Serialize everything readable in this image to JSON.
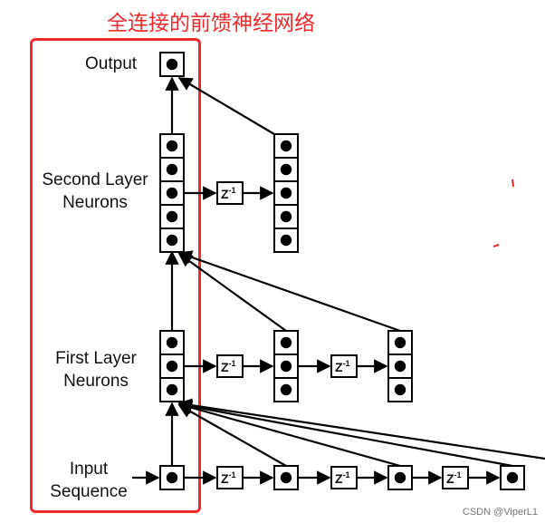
{
  "annotation": {
    "title": "全连接的前馈神经网络",
    "highlight_color": "#ee2b2b"
  },
  "labels": {
    "output": "Output",
    "second_layer": [
      "Second Layer",
      "Neurons"
    ],
    "first_layer": [
      "First Layer",
      "Neurons"
    ],
    "input": [
      "Input",
      "Sequence"
    ]
  },
  "delay_label": {
    "base": "Z",
    "sup": "-1"
  },
  "watermark": "CSDN @ViperL1"
}
